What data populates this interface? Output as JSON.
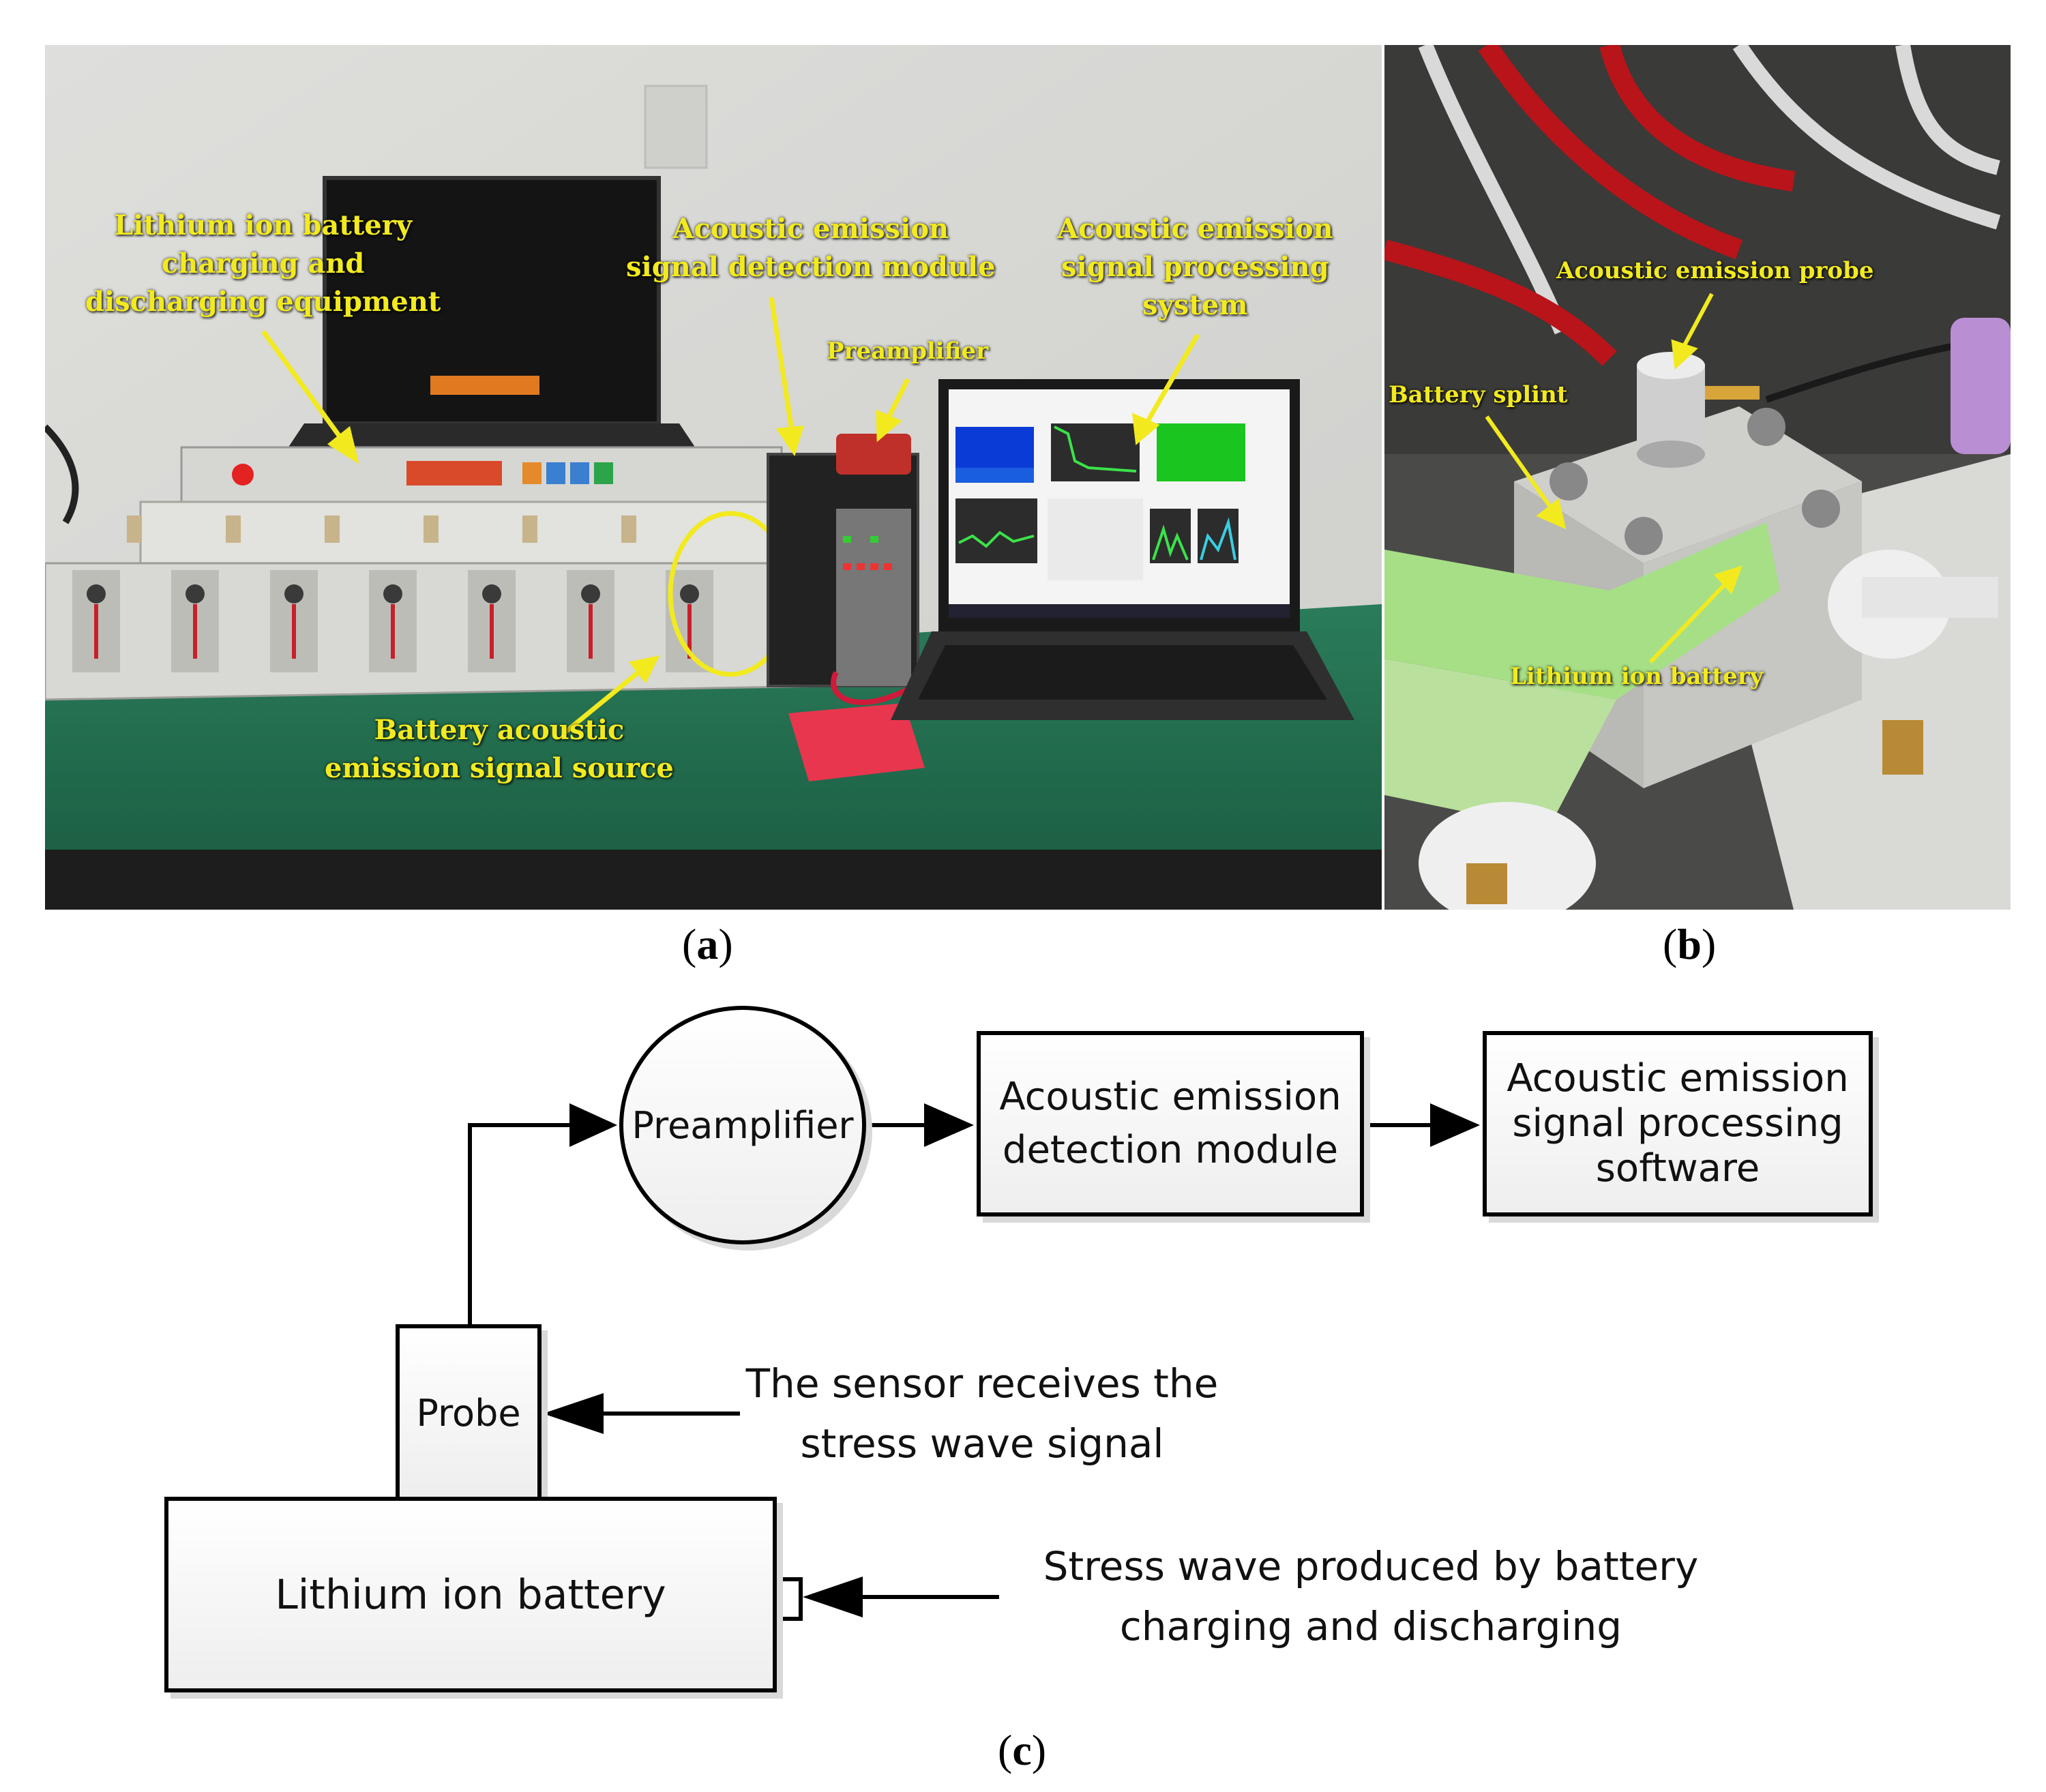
{
  "panel_a": {
    "labels": {
      "charger": [
        "Lithium ion battery",
        "charging and",
        "discharging equipment"
      ],
      "detection": [
        "Acoustic emission",
        "signal detection module"
      ],
      "preamplifier": "Preamplifier",
      "processing": [
        "Acoustic emission",
        "signal processing",
        "system"
      ],
      "source": [
        "Battery acoustic",
        "emission signal source"
      ]
    },
    "caption_letter": "a"
  },
  "panel_b": {
    "labels": {
      "probe": "Acoustic emission probe",
      "splint": "Battery splint",
      "battery": "Lithium ion battery"
    },
    "caption_letter": "b"
  },
  "panel_c": {
    "nodes": {
      "preamplifier": "Preamplifier",
      "detection": [
        "Acoustic emission",
        "detection module"
      ],
      "software": [
        "Acoustic emission",
        "signal processing",
        "software"
      ],
      "probe": "Probe",
      "battery": "Lithium ion battery"
    },
    "notes": {
      "sensor": [
        "The sensor receives the",
        "stress wave signal"
      ],
      "stress": [
        "Stress wave produced by battery",
        "charging and discharging"
      ]
    },
    "caption_letter": "c"
  },
  "colors": {
    "label_yellow": "#f2ea1f",
    "table_green": "#1e6b4c",
    "line": "#000000"
  }
}
